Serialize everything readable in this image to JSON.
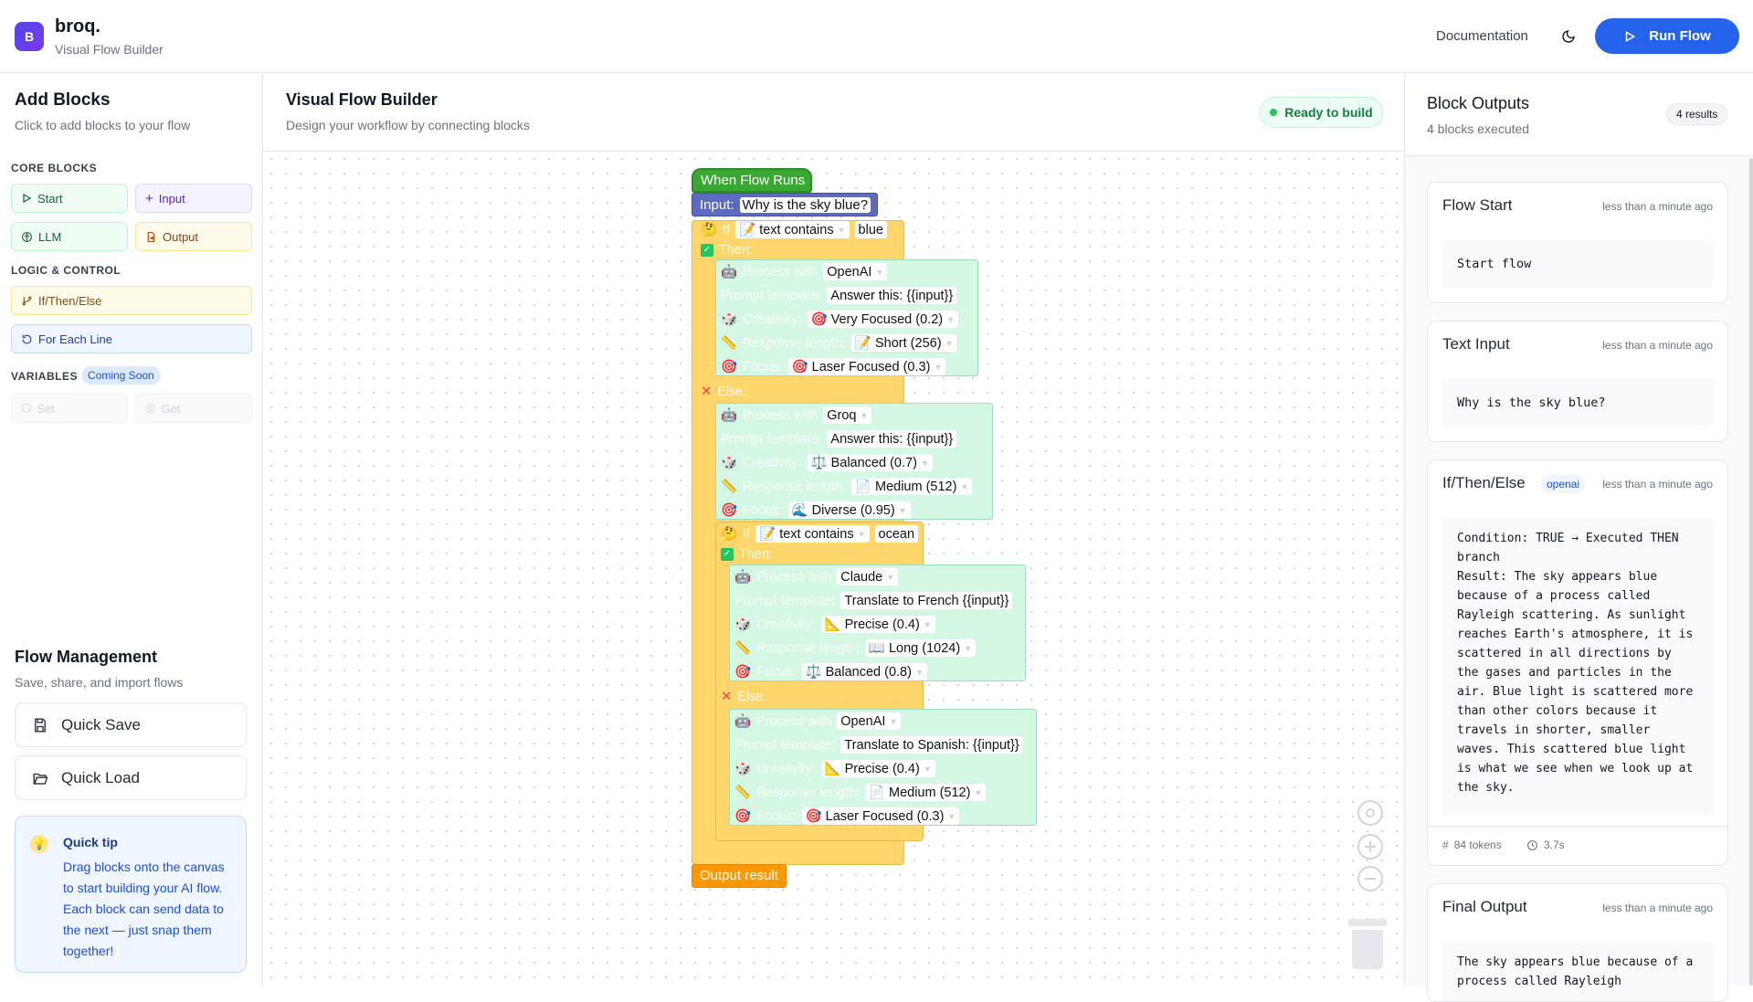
{
  "header": {
    "logo_letter": "B",
    "brand": "broq.",
    "subtitle": "Visual Flow Builder",
    "documentation": "Documentation",
    "run_label": "Run Flow"
  },
  "left": {
    "title": "Add Blocks",
    "subtitle": "Click to add blocks to your flow",
    "core_label": "CORE BLOCKS",
    "core": [
      "Start",
      "Input",
      "LLM",
      "Output"
    ],
    "logic_label": "LOGIC & CONTROL",
    "logic": [
      "If/Then/Else",
      "For Each Line"
    ],
    "variables_label": "VARIABLES",
    "coming_soon": "Coming Soon",
    "variables": [
      "Set",
      "Get"
    ],
    "flow_title": "Flow Management",
    "flow_subtitle": "Save, share, and import flows",
    "quick_save": "Quick Save",
    "quick_load": "Quick Load",
    "tip_title": "Quick tip",
    "tip_text": "Drag blocks onto the canvas to start building your AI flow. Each block can send data to the next — just snap them together!"
  },
  "center": {
    "title": "Visual Flow Builder",
    "subtitle": "Design your workflow by connecting blocks",
    "status": "Ready to build"
  },
  "flow": {
    "hat": "When Flow Runs",
    "input_label": "Input:",
    "input_value": "Why is the sky blue?",
    "if_label": "If",
    "condition_op": "text contains",
    "then_label": "Then:",
    "else_label": "Else:",
    "process_label": "Process with",
    "prompt_label": "Prompt template:",
    "creativity_label": "Creativity:",
    "length_label": "Response length:",
    "focus_label": "Focus:",
    "outer_if_value": "blue",
    "inner_if_value": "ocean",
    "llm1": {
      "model": "OpenAI",
      "prompt": "Answer this: {{input}}",
      "creativity": "Very Focused (0.2)",
      "length": "Short (256)",
      "focus": "Laser Focused (0.3)"
    },
    "llm2": {
      "model": "Groq",
      "prompt": "Answer this: {{input}}",
      "creativity": "Balanced (0.7)",
      "length": "Medium (512)",
      "focus": "Diverse (0.95)"
    },
    "llm3": {
      "model": "Claude",
      "prompt": "Translate to French {{input}}",
      "creativity": "Precise (0.4)",
      "length": "Long (1024)",
      "focus": "Balanced (0.8)"
    },
    "llm4": {
      "model": "OpenAI",
      "prompt": "Translate to Spanish: {{input}}",
      "creativity": "Precise (0.4)",
      "length": "Medium (512)",
      "focus": "Laser Focused (0.3)"
    },
    "output": "Output result"
  },
  "right": {
    "title": "Block Outputs",
    "subtitle": "4 blocks executed",
    "count": "4 results",
    "cards": [
      {
        "title": "Flow Start",
        "time": "less than a minute ago",
        "body": "Start flow"
      },
      {
        "title": "Text Input",
        "time": "less than a minute ago",
        "body": "Why is the sky blue?"
      },
      {
        "title": "If/Then/Else",
        "badge": "openai",
        "time": "less than a minute ago",
        "body": "Condition: TRUE → Executed THEN branch\nResult: The sky appears blue because of a process called Rayleigh scattering. As sunlight reaches Earth's atmosphere, it is scattered in all directions by the gases and particles in the air. Blue light is scattered more than other colors because it travels in shorter, smaller waves. This scattered blue light is what we see when we look up at the sky.",
        "tokens": "84 tokens",
        "duration": "3.7s"
      },
      {
        "title": "Final Output",
        "time": "less than a minute ago",
        "body": "The sky appears blue because of a process called Rayleigh"
      }
    ]
  },
  "colors": {
    "accent": "#2563eb",
    "if_block": "#ffd66b",
    "llm_block": "#d4f8e4",
    "input_block": "#5c6bc0",
    "hat_block": "#38a832",
    "output_block": "#ff9800"
  }
}
